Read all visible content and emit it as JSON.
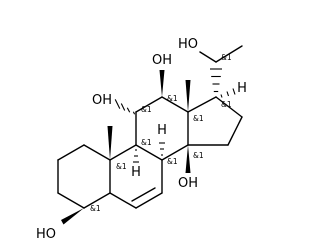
{
  "molecule": {
    "atom_labels": {
      "oh_3": "HO",
      "oh_11": "OH",
      "oh_12": "OH",
      "oh_14": "OH",
      "oh_20": "HO",
      "h_8": "H",
      "h_9": "H",
      "h_17": "H"
    },
    "stereo_mark": "&1"
  }
}
